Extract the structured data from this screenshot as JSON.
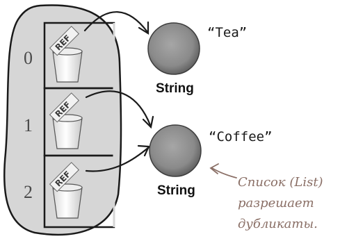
{
  "indices": [
    "0",
    "1",
    "2"
  ],
  "ref_label": "REF",
  "objects": [
    {
      "value": "“Tea”",
      "type": "String"
    },
    {
      "value": "“Coffee”",
      "type": "String"
    }
  ],
  "note": {
    "lines": [
      "Список (List)",
      "разрешает",
      "дубликаты."
    ]
  },
  "colors": {
    "heap_fill": "#d6d6d6",
    "heap_stroke": "#1a1a1a",
    "cell_stroke": "#1a1a1a",
    "ball_fill": "#8c8c8c",
    "note_text": "#8a6f66"
  }
}
